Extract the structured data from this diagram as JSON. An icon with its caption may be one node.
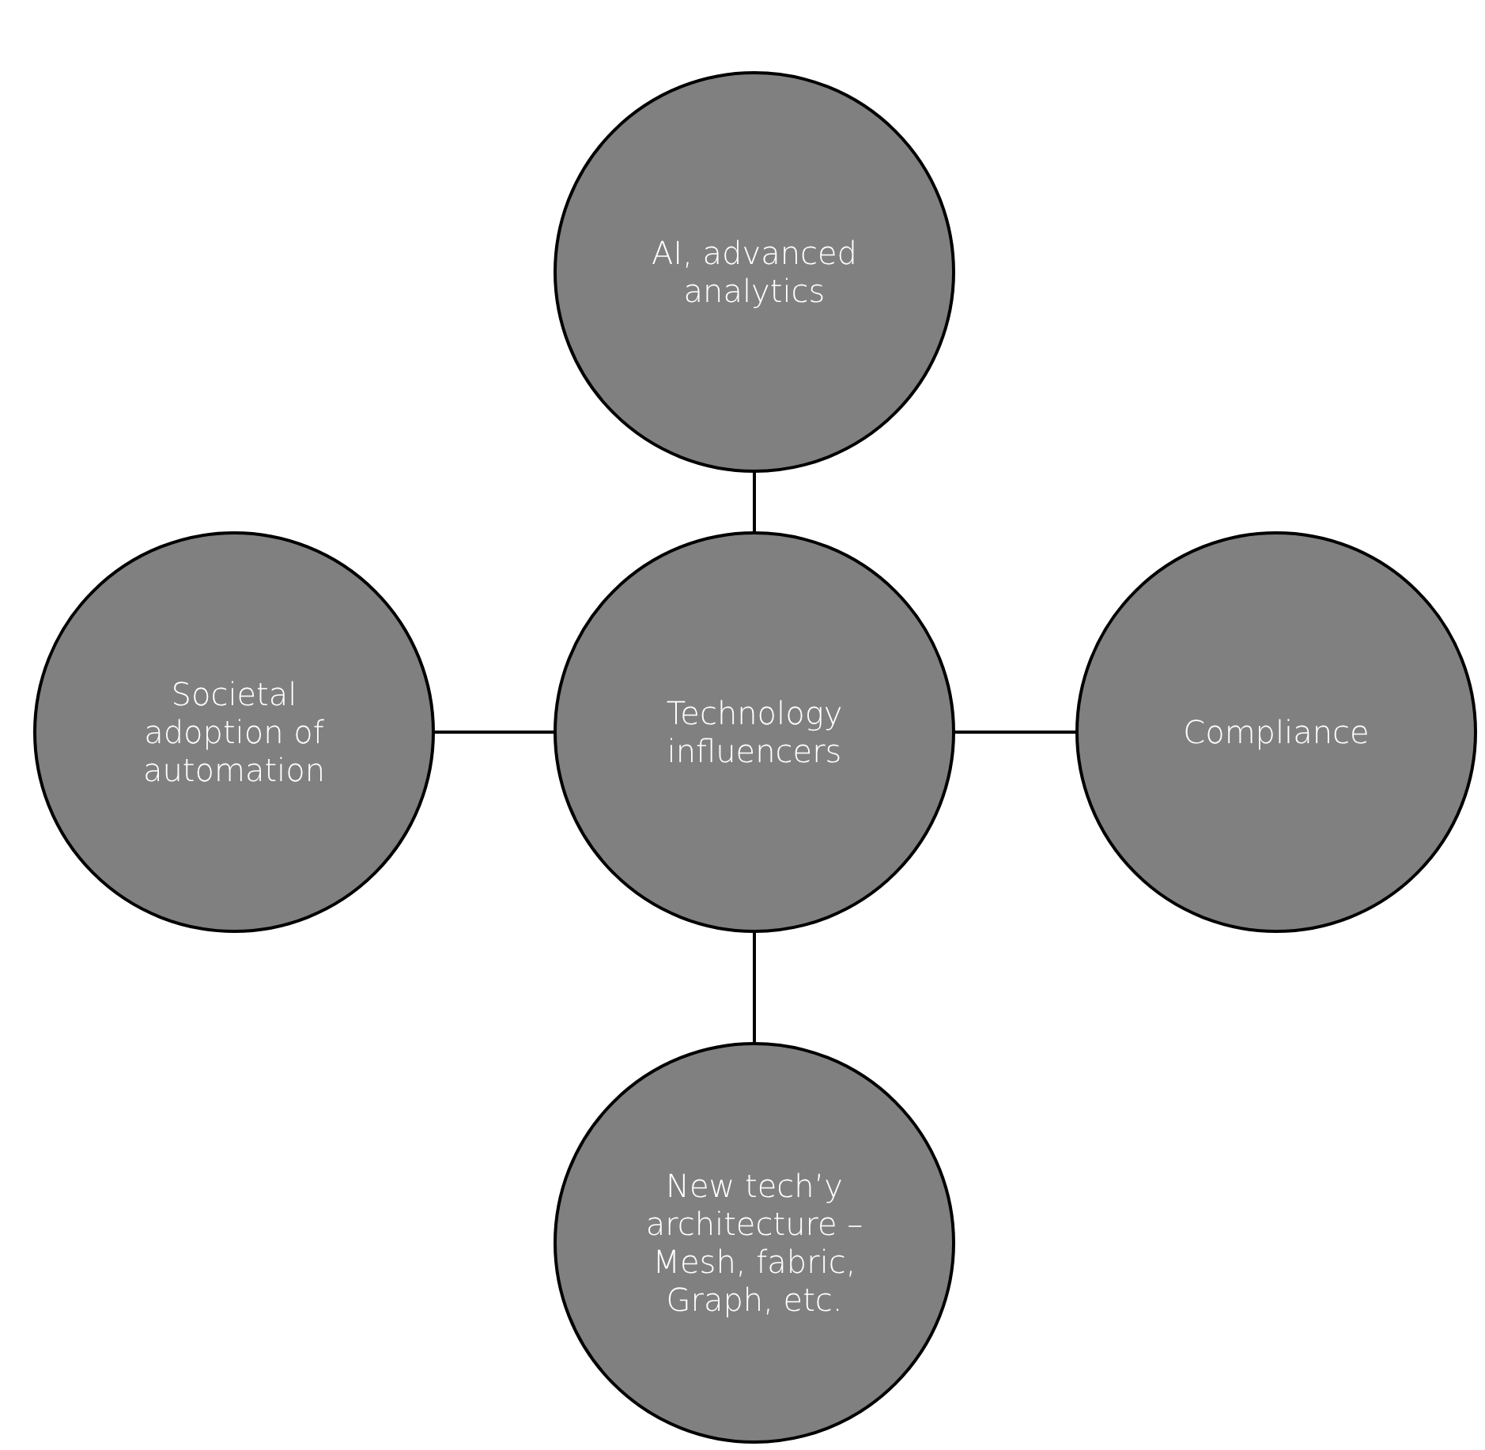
{
  "diagram": {
    "nodes": [
      {
        "text": [
          "AI, advanced analytics"
        ]
      },
      {
        "text": [
          "Societal adoption of automation"
        ]
      },
      {
        "text": [
          "Technology influencers"
        ]
      },
      {
        "text": [
          "Compliance"
        ]
      },
      {
        "text": [
          "New tech’y architecture – Mesh, fabric, Graph, etc."
        ]
      }
    ],
    "edges": [
      {
        "from": 2,
        "to": 0,
        "arrow": "none"
      },
      {
        "from": 2,
        "to": 1,
        "arrow": "none"
      },
      {
        "from": 2,
        "to": 3,
        "arrow": "none"
      },
      {
        "from": 2,
        "to": 4,
        "arrow": "none"
      }
    ]
  }
}
